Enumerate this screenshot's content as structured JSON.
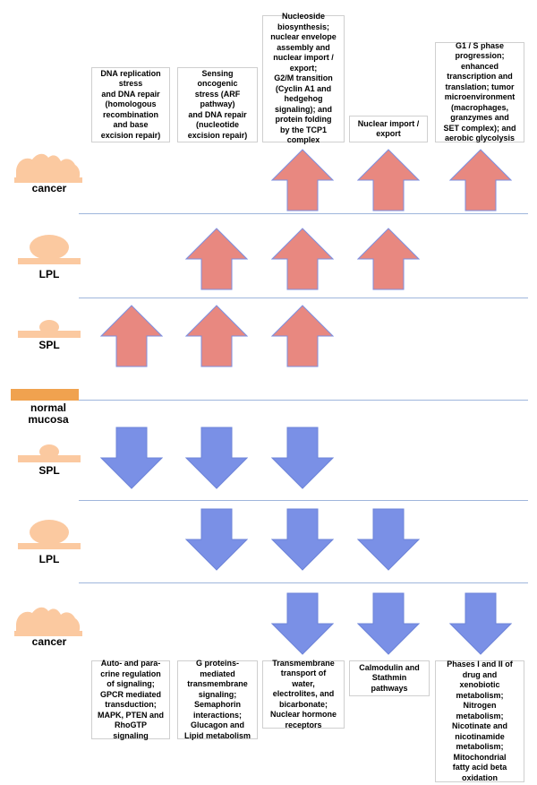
{
  "colors": {
    "up_fill": "#e88880",
    "up_stroke": "#7c8fe0",
    "down_fill": "#7a90e6",
    "down_stroke": "#6d84d8",
    "tissue": "#fbc9a0",
    "mucosa": "#f0a24f",
    "separator": "#9fb6dc"
  },
  "top_boxes": [
    "DNA replication stress\nand DNA repair\n(homologous\nrecombination\nand base\nexcision repair)",
    "Sensing\noncogenic\nstress (ARF\npathway)\nand DNA repair\n(nucleotide\nexcision repair)",
    "Nucleoside\nbiosynthesis;\nnuclear envelope\nassembly and\nnuclear import /\nexport;\nG2/M transition\n(Cyclin A1 and\nhedgehog\nsignaling); and\nprotein folding\nby the TCP1\ncomplex",
    "Nuclear import /\nexport",
    "G1 / S phase\nprogression;\nenhanced\ntranscription and\ntranslation; tumor\nmicroenvironment\n(macrophages,\ngranzymes and\nSET complex); and\naerobic glycolysis"
  ],
  "bottom_boxes": [
    "Auto- and para-\ncrine regulation\nof signaling;\nGPCR mediated\ntransduction;\nMAPK, PTEN and\nRhoGTP\nsignaling",
    "G proteins-\nmediated\ntransmembrane\nsignaling;\nSemaphorin\ninteractions;\nGlucagon and\nLipid metabolism",
    "Transmembrane\ntransport of\nwater,\nelectrolites, and\nbicarbonate;\nNuclear hormone\nreceptors",
    "Calmodulin and\nStathmin\npathways",
    "Phases I and II of\ndrug and\nxenobiotic\nmetabolism;\nNitrogen\nmetabolism;\nNicotinate and\nnicotinamide\nmetabolism;\nMitochondrial\nfatty acid beta\noxidation"
  ],
  "row_labels": {
    "up_cancer": "cancer",
    "up_lpl": "LPL",
    "up_spl": "SPL",
    "normal": "normal\nmucosa",
    "down_spl": "SPL",
    "down_lpl": "LPL",
    "down_cancer": "cancer"
  },
  "arrow_rows": [
    {
      "row": "up_cancer",
      "direction": "up",
      "columns": [
        3,
        4,
        5
      ]
    },
    {
      "row": "up_lpl",
      "direction": "up",
      "columns": [
        2,
        3,
        4
      ]
    },
    {
      "row": "up_spl",
      "direction": "up",
      "columns": [
        1,
        2,
        3
      ]
    },
    {
      "row": "down_spl",
      "direction": "down",
      "columns": [
        1,
        2,
        3
      ]
    },
    {
      "row": "down_lpl",
      "direction": "down",
      "columns": [
        2,
        3,
        4
      ]
    },
    {
      "row": "down_cancer",
      "direction": "down",
      "columns": [
        3,
        4,
        5
      ]
    }
  ]
}
